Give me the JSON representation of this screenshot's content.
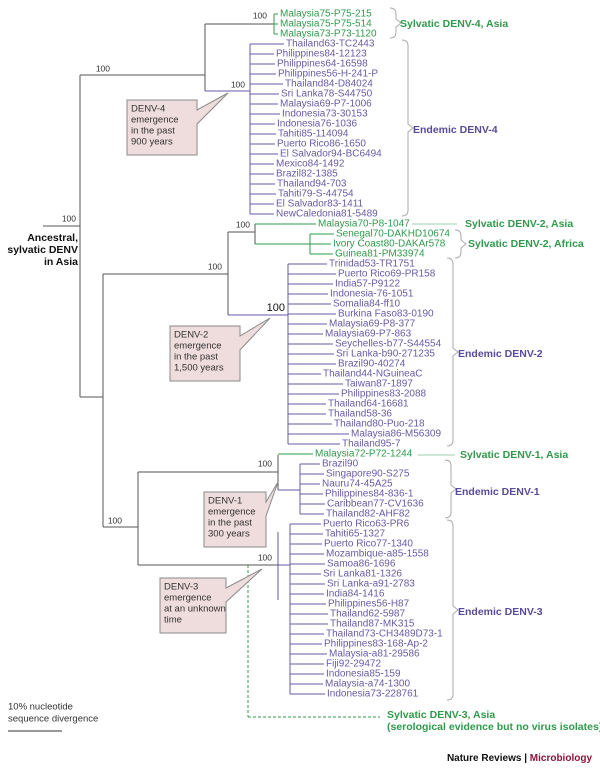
{
  "colors": {
    "sylvatic": "#2f9a4b",
    "endemic": "#6a5aa6",
    "backbone": "#555555",
    "callout_fill": "#efdcdc",
    "callout_border": "#8a8a8a",
    "footer_section": "#8a1538"
  },
  "root_label": [
    "Ancestral,",
    "sylvatic DENV",
    "in Asia"
  ],
  "bootstrap_values": [
    "100",
    "100",
    "100",
    "100",
    "100",
    "100",
    "100",
    "100",
    "100",
    "100"
  ],
  "clades": [
    {
      "label": [
        "Sylvatic DENV-4, Asia"
      ],
      "type": "sylvatic",
      "leaves": [
        "Malaysia75-P75-215",
        "Malaysia75-P75-514",
        "Malaysia73-P73-1120"
      ]
    },
    {
      "label": [
        "Endemic DENV-4"
      ],
      "type": "endemic",
      "leaves": [
        "Thailand63-TC2443",
        "Philippines84-12123",
        "Philippines64-16598",
        "Philippines56-H-241-P",
        "Thailand84-D84024",
        "Sri Lanka78-S44750",
        "Malaysia69-P7-1006",
        "Indonesia73-30153",
        "Indonesia76-1036",
        "Tahiti85-114094",
        "Puerto Rico86-1650",
        "El Salvador94-BC6494",
        "Mexico84-1492",
        "Brazil82-1385",
        "Thailand94-703",
        "Tahiti79-S-44754",
        "El Salvador83-1411",
        "NewCaledonia81-5489"
      ]
    },
    {
      "label": [
        "Sylvatic DENV-2, Asia"
      ],
      "type": "sylvatic",
      "leaves": [
        "Malaysia70-P8-1047"
      ]
    },
    {
      "label": [
        "Sylvatic DENV-2, Africa"
      ],
      "type": "sylvatic",
      "leaves": [
        "Senegal70-DAKHD10674",
        "Ivory Coast80-DAKAr578",
        "Guinea81-PM33974"
      ]
    },
    {
      "label": [
        "Endemic DENV-2"
      ],
      "type": "endemic",
      "leaves": [
        "Trinidad53-TR1751",
        "Puerto Rico69-PR158",
        "India57-P9122",
        "Indonesia-76-1051",
        "Somalia84-ff10",
        "Burkina Faso83-0190",
        "Malaysia69-P8-377",
        "Malaysia69-P7-863",
        "Seychelles-b77-S44554",
        "Sri Lanka-b90-271235",
        "Brazil90-40274",
        "Thailand44-NGuineaC",
        "Taiwan87-1897",
        "Philippines83-2088",
        "Thailand64-16681",
        "Thailand58-36",
        "Thailand80-Puo-218",
        "Malaysia86-M56309",
        "Thailand95-7"
      ]
    },
    {
      "label": [
        "Sylvatic DENV-1, Asia"
      ],
      "type": "sylvatic",
      "leaves": [
        "Malaysia72-P72-1244"
      ]
    },
    {
      "label": [
        "Endemic DENV-1"
      ],
      "type": "endemic",
      "leaves": [
        "Brazil90",
        "Singapore90-S275",
        "Nauru74-45A25",
        "Philippines84-836-1",
        "Caribbean77-CV1636",
        "Thailand82-AHF82"
      ]
    },
    {
      "label": [
        "Endemic DENV-3"
      ],
      "type": "endemic",
      "leaves": [
        "Puerto Rico63-PR6",
        "Tahiti65-1327",
        "Puerto Rico77-1340",
        "Mozambique-a85-1558",
        "Samoa86-1696",
        "Sri Lanka81-1326",
        "Sri Lanka-a91-2783",
        "India84-1416",
        "Philippines56-H87",
        "Thailand62-5987",
        "Thailand87-MK315",
        "Thailand73-CH3489D73-1",
        "Philippines83-168-Ap-2",
        "Malaysia-a81-29586",
        "Fiji92-29472",
        "Indonesia85-159",
        "Malaysia-a74-1300",
        "Indonesia73-228761"
      ]
    },
    {
      "label": [
        "Sylvatic DENV-3, Asia",
        "(serological evidence but no virus isolates)"
      ],
      "type": "sylvatic",
      "leaves": []
    }
  ],
  "callouts": [
    {
      "lines": [
        "DENV-4",
        "emergence",
        "in the past",
        "900 years"
      ]
    },
    {
      "lines": [
        "DENV-2",
        "emergence",
        "in the past",
        "1,500 years"
      ]
    },
    {
      "lines": [
        "DENV-1",
        "emergence",
        "in the past",
        "300 years"
      ]
    },
    {
      "lines": [
        "DENV-3",
        "emergence",
        "at an unknown",
        "time"
      ]
    }
  ],
  "scale_bar": {
    "lines": [
      "10% nucleotide",
      "sequence divergence"
    ]
  },
  "footer": {
    "journal": "Nature Reviews",
    "separator": "|",
    "section": "Microbiology"
  }
}
